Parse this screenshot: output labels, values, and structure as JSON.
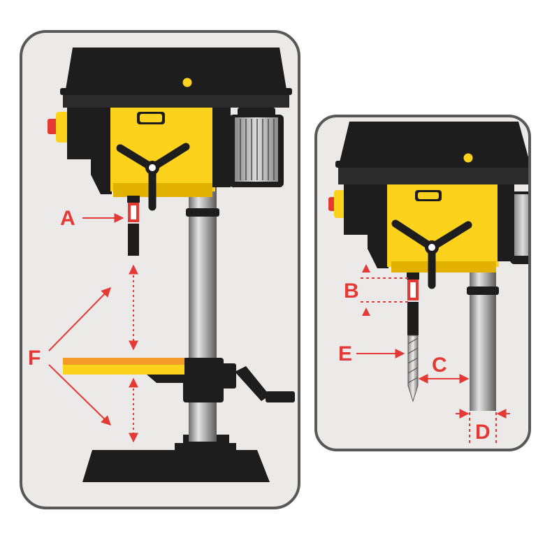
{
  "colors": {
    "panel_bg": "#eceae8",
    "panel_border": "#585858",
    "machine_black": "#1d1d1d",
    "machine_yellow": "#fcd21c",
    "yellow_dark": "#e3b200",
    "chuck_red": "#e53935",
    "column_gray": "#a8a8a8",
    "table_orange": "#f39c2a",
    "annotation_red": "#e53935"
  },
  "labels": {
    "a": "A",
    "b": "B",
    "c": "C",
    "d": "D",
    "e": "E",
    "f": "F"
  }
}
